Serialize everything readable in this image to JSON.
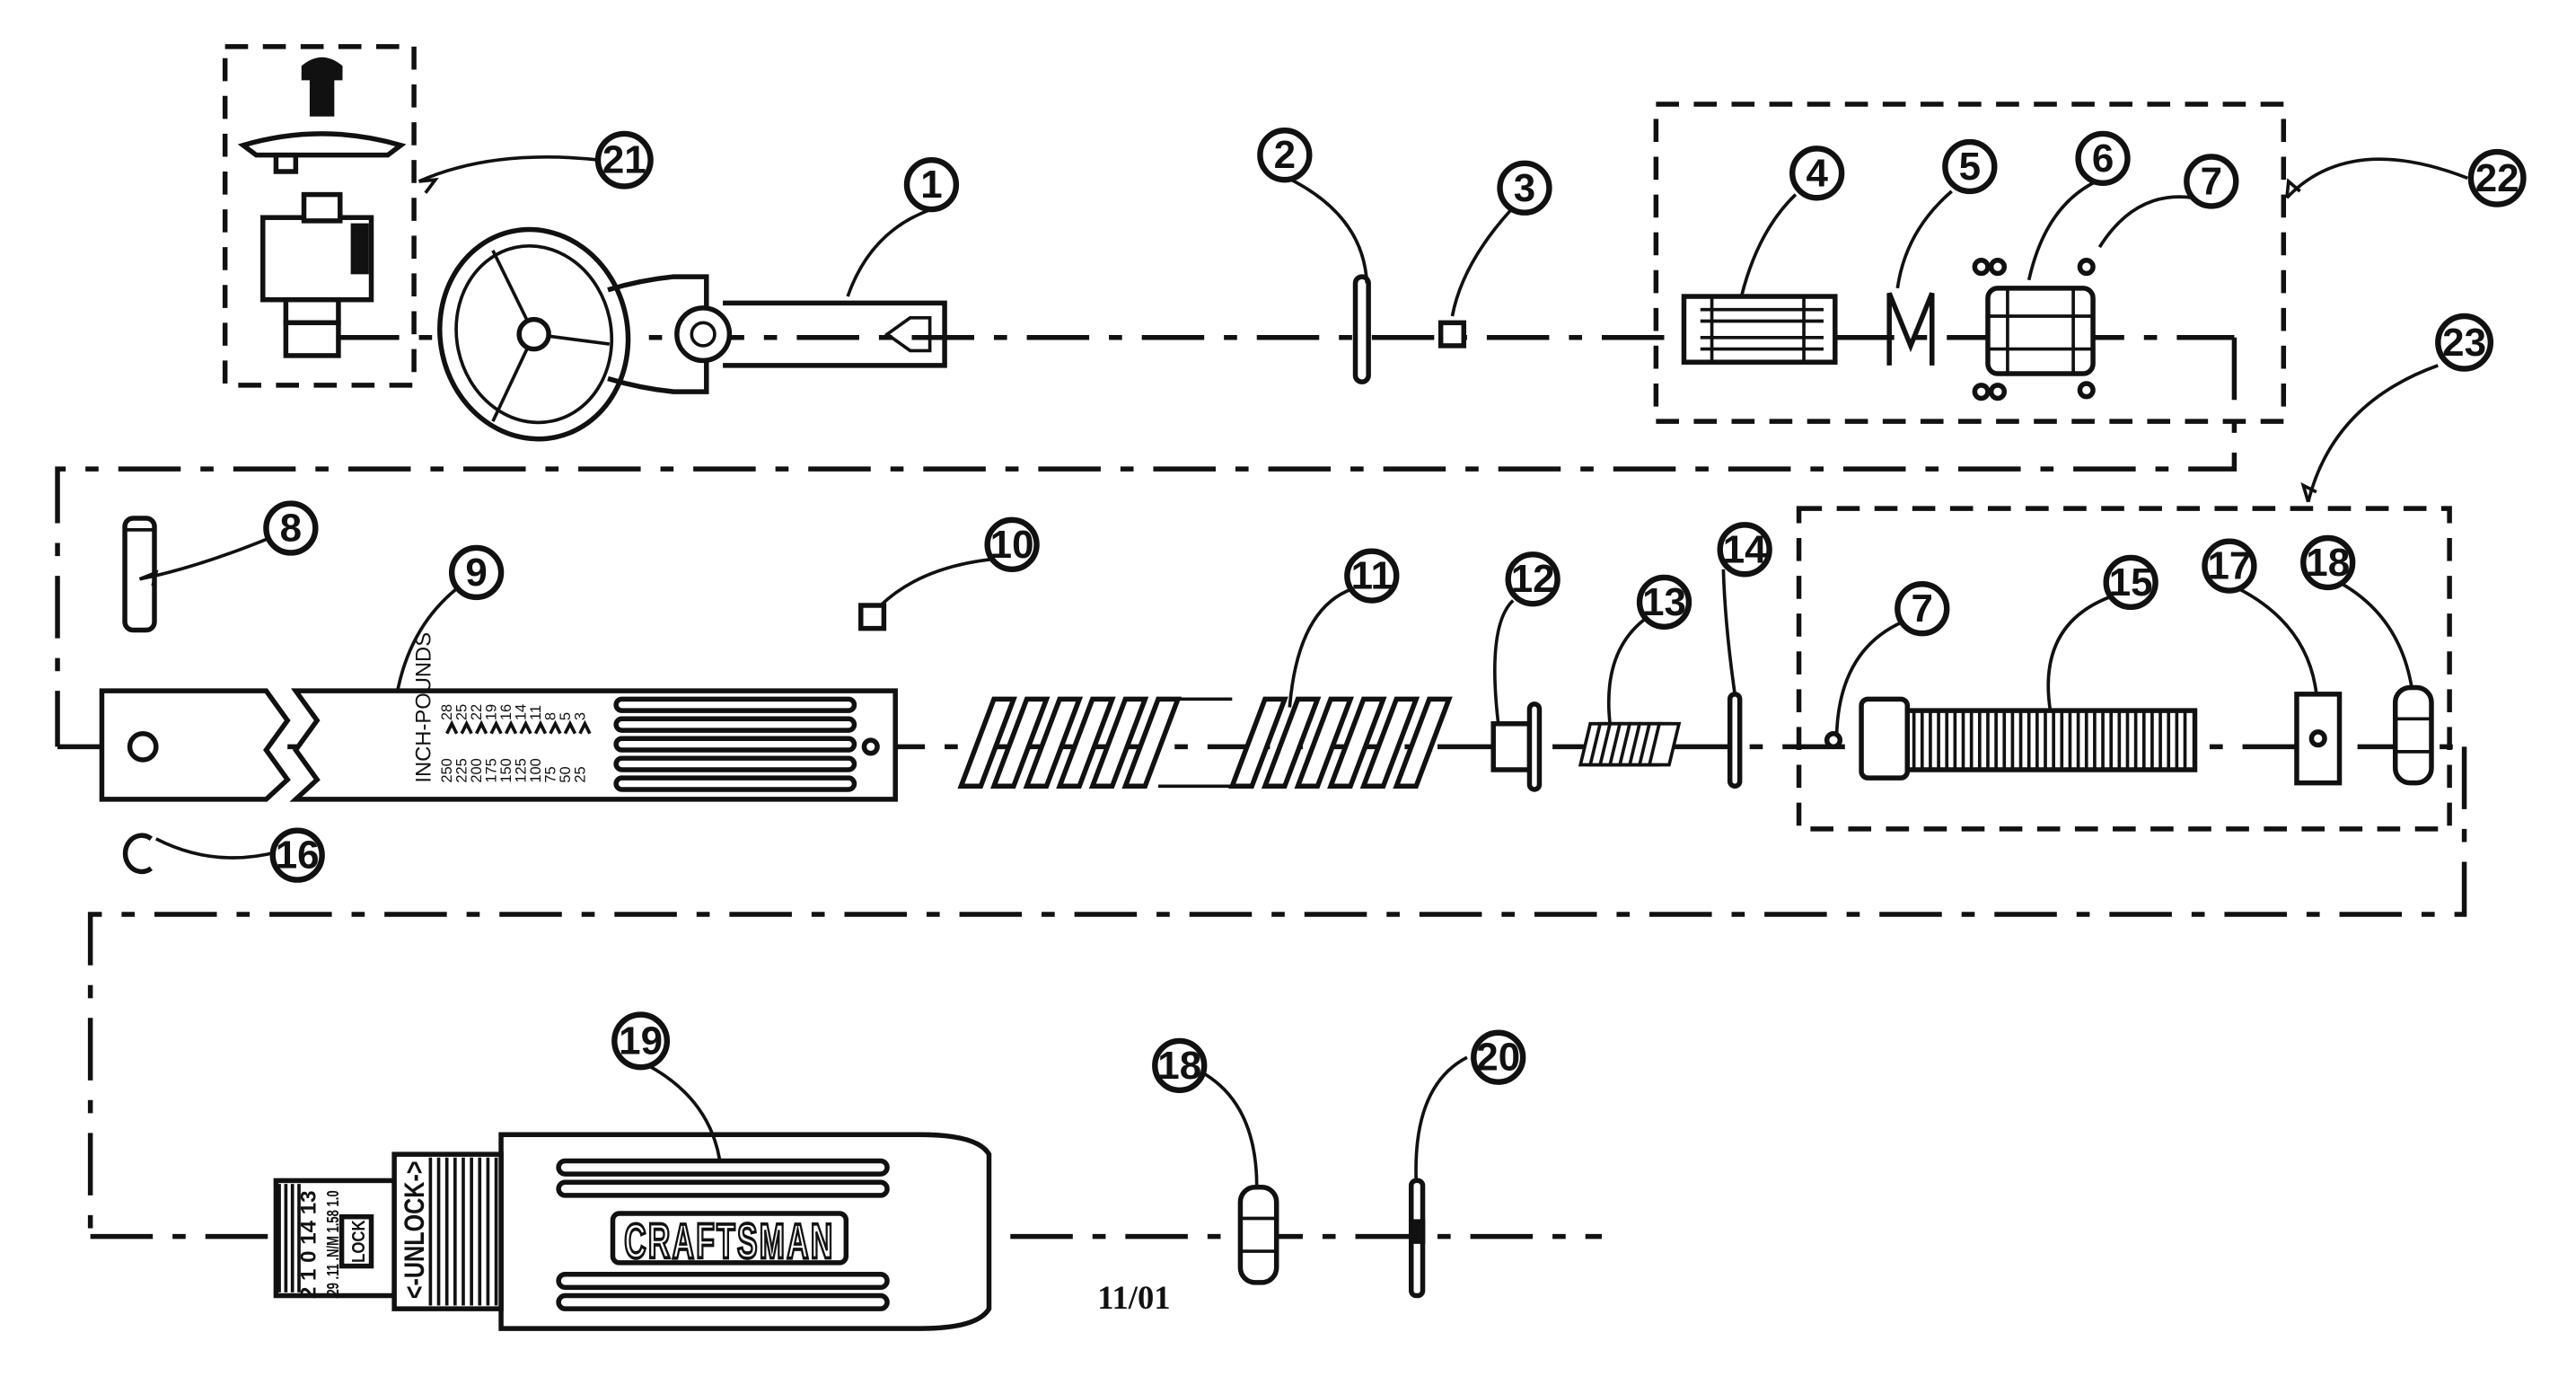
{
  "callouts": {
    "c1": "1",
    "c2": "2",
    "c3": "3",
    "c4": "4",
    "c5": "5",
    "c6": "6",
    "c7a": "7",
    "c7b": "7",
    "c8": "8",
    "c9": "9",
    "c10": "10",
    "c11": "11",
    "c12": "12",
    "c13": "13",
    "c14": "14",
    "c15": "15",
    "c16": "16",
    "c17": "17",
    "c18a": "18",
    "c18b": "18",
    "c19": "19",
    "c20": "20",
    "c21": "21",
    "c22": "22",
    "c23": "23"
  },
  "date_code": "11/01",
  "handle": {
    "brand": "CRAFTSMAN",
    "unlock": "<-UNLOCK->",
    "lock": "LOCK",
    "dial_top": "2 1 0 14 13",
    "dial_bottom": ".29 .11 .N/M 1.58 1.0"
  },
  "scale": {
    "header": "INCH-POUNDS",
    "inch_values": [
      "250",
      "225",
      "200",
      "175",
      "150",
      "125",
      "100",
      "75",
      "50",
      "25"
    ],
    "nm_values": [
      "28",
      "25",
      "22",
      "19",
      "16",
      "14",
      "11",
      "8",
      "5",
      "3"
    ]
  }
}
